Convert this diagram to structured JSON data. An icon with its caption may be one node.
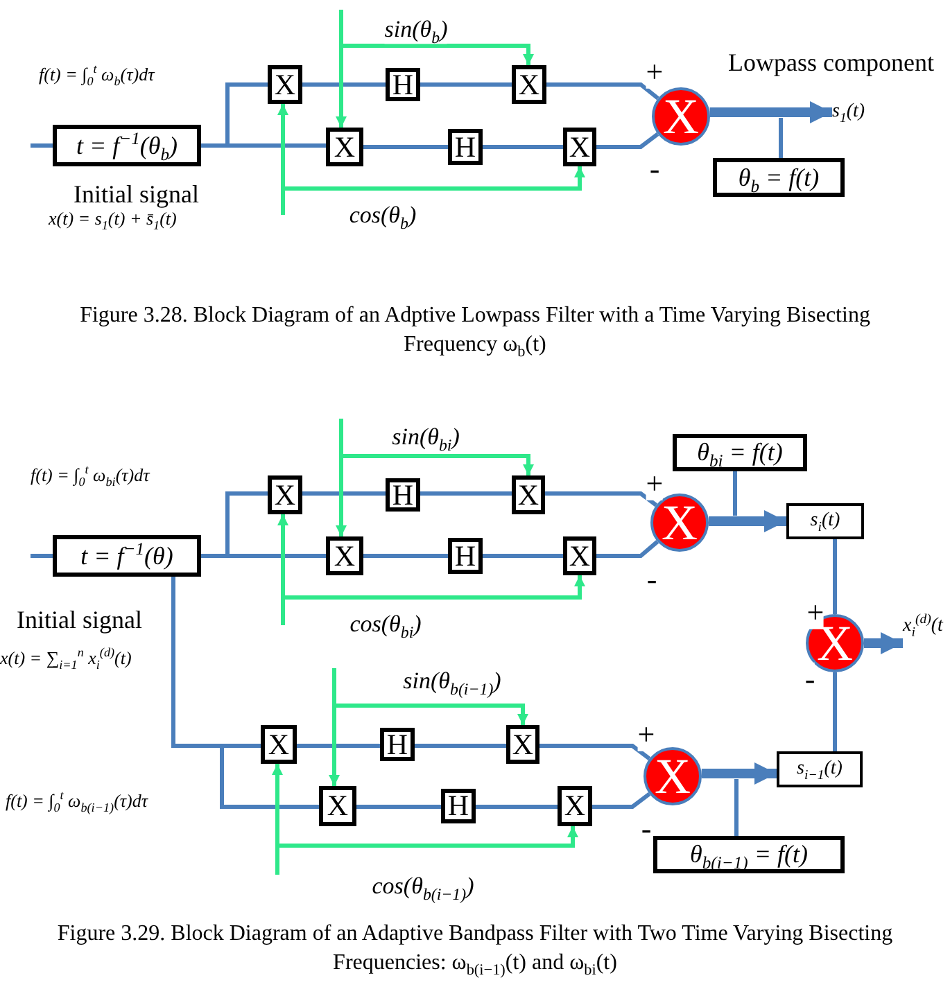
{
  "diagram": {
    "nodes": [
      {
        "text": [
          "t = f$^{−1}$(θ$_{b}$)"
        ],
        "beside": [
          "Initial signal",
          "x(t) = s$_{1}$(t) + s̄$_{1}$(t)"
        ]
      },
      {
        "text": [
          "X"
        ]
      },
      {
        "text": [
          "H"
        ]
      },
      {
        "text": [
          "X"
        ]
      },
      {
        "text": [
          "X"
        ]
      },
      {
        "text": [
          "H"
        ]
      },
      {
        "text": [
          "X"
        ]
      },
      {
        "text": [
          "X"
        ]
      },
      {
        "text": [
          "θ$_{b}$ = f(t)"
        ]
      },
      {
        "text": [
          "s$_{1}$(t)"
        ]
      },
      {
        "text": [
          "t = f$^{−1}$(θ)"
        ]
      },
      {
        "text": [
          "X"
        ]
      },
      {
        "text": [
          "H"
        ]
      },
      {
        "text": [
          "X"
        ]
      },
      {
        "text": [
          "X"
        ]
      },
      {
        "text": [
          "H"
        ]
      },
      {
        "text": [
          "X"
        ]
      },
      {
        "text": [
          "X"
        ]
      },
      {
        "text": [
          "θ$_{bi}$ = f(t)"
        ]
      },
      {
        "text": [
          "s$_{i}$(t)"
        ]
      },
      {
        "text": [
          "X"
        ]
      },
      {
        "text": [
          "x$_{i}$$^{(d)}$(t"
        ]
      },
      {
        "text": [
          "X"
        ]
      },
      {
        "text": [
          "H"
        ]
      },
      {
        "text": [
          "X"
        ]
      },
      {
        "text": [
          "X"
        ]
      },
      {
        "text": [
          "H"
        ]
      },
      {
        "text": [
          "X"
        ]
      },
      {
        "text": [
          "X"
        ]
      },
      {
        "text": [
          "s$_{i−1}$(t)"
        ]
      },
      {
        "text": [
          "θ$_{b(i−1)}$ = f(t)"
        ]
      }
    ],
    "edges": [
      {
        "from": null,
        "to": 0,
        "arrow": "none"
      },
      {
        "from": 0,
        "to": 1,
        "arrow": "none"
      },
      {
        "from": 0,
        "to": 4,
        "arrow": "none"
      },
      {
        "from": 1,
        "to": 2,
        "arrow": "none"
      },
      {
        "from": 2,
        "to": 3,
        "arrow": "none"
      },
      {
        "from": 3,
        "to": 7,
        "arrow": "none",
        "label": "+"
      },
      {
        "from": 4,
        "to": 5,
        "arrow": "none"
      },
      {
        "from": 5,
        "to": 6,
        "arrow": "none"
      },
      {
        "from": 6,
        "to": 7,
        "arrow": "none",
        "label": "-"
      },
      {
        "from": null,
        "to": 4,
        "arrow": "to",
        "color": "#2ee88a"
      },
      {
        "from": null,
        "to": 3,
        "arrow": "to",
        "color": "#2ee88a",
        "label": "sin(θ$_{b}$)"
      },
      {
        "from": null,
        "to": 1,
        "arrow": "to",
        "color": "#2ee88a"
      },
      {
        "from": null,
        "to": 6,
        "arrow": "to",
        "color": "#2ee88a",
        "label": "cos(θ$_{b}$)"
      },
      {
        "from": 7,
        "to": 9,
        "arrow": "to",
        "style": "thick"
      },
      {
        "from": 8,
        "to": null,
        "arrow": "none"
      },
      {
        "from": null,
        "to": 10,
        "arrow": "none"
      },
      {
        "from": 10,
        "to": 11,
        "arrow": "none"
      },
      {
        "from": 10,
        "to": 14,
        "arrow": "none"
      },
      {
        "from": 11,
        "to": 12,
        "arrow": "none"
      },
      {
        "from": 12,
        "to": 13,
        "arrow": "none"
      },
      {
        "from": 13,
        "to": 17,
        "arrow": "none",
        "label": "+"
      },
      {
        "from": 14,
        "to": 15,
        "arrow": "none"
      },
      {
        "from": 15,
        "to": 16,
        "arrow": "none"
      },
      {
        "from": 16,
        "to": 17,
        "arrow": "none",
        "label": "-"
      },
      {
        "from": null,
        "to": 14,
        "arrow": "to",
        "color": "#2ee88a"
      },
      {
        "from": null,
        "to": 13,
        "arrow": "to",
        "color": "#2ee88a",
        "label": "sin(θ$_{bi}$)"
      },
      {
        "from": null,
        "to": 11,
        "arrow": "to",
        "color": "#2ee88a"
      },
      {
        "from": null,
        "to": 16,
        "arrow": "to",
        "color": "#2ee88a",
        "label": "cos(θ$_{bi}$)"
      },
      {
        "from": 17,
        "to": 19,
        "arrow": "to",
        "style": "thick"
      },
      {
        "from": 18,
        "to": null,
        "arrow": "none"
      },
      {
        "from": 19,
        "to": 20,
        "arrow": "none",
        "label": "+"
      },
      {
        "from": 20,
        "to": 21,
        "arrow": "to",
        "style": "thick"
      },
      {
        "from": 10,
        "to": 22,
        "arrow": "none"
      },
      {
        "from": 10,
        "to": 25,
        "arrow": "none"
      },
      {
        "from": 22,
        "to": 23,
        "arrow": "none"
      },
      {
        "from": 23,
        "to": 24,
        "arrow": "none"
      },
      {
        "from": 24,
        "to": 28,
        "arrow": "none",
        "label": "+"
      },
      {
        "from": 25,
        "to": 26,
        "arrow": "none"
      },
      {
        "from": 26,
        "to": 27,
        "arrow": "none"
      },
      {
        "from": 27,
        "to": 28,
        "arrow": "none",
        "label": "-"
      },
      {
        "from": null,
        "to": 25,
        "arrow": "to",
        "color": "#2ee88a"
      },
      {
        "from": null,
        "to": 24,
        "arrow": "to",
        "color": "#2ee88a",
        "label": "sin(θ$_{b(i−1)}$)"
      },
      {
        "from": null,
        "to": 22,
        "arrow": "to",
        "color": "#2ee88a"
      },
      {
        "from": null,
        "to": 27,
        "arrow": "to",
        "color": "#2ee88a",
        "label": "cos(θ$_{b(i−1)}$)"
      },
      {
        "from": 28,
        "to": 29,
        "arrow": "to",
        "style": "thick"
      },
      {
        "from": 30,
        "to": null,
        "arrow": "none"
      },
      {
        "from": 29,
        "to": 20,
        "arrow": "none",
        "label": "-"
      }
    ],
    "labels": [
      "f(t) = ∫$_{0}$$^{t}$ ω$_{b}$(τ)dτ",
      "Lowpass component",
      "Figure 3.28. Block Diagram of an Adptive Lowpass Filter with a Time Varying Bisecting Frequency ω$_{b}$(t)",
      "f(t) = ∫$_{0}$$^{t}$ ω$_{bi}$(τ)dτ",
      "Initial signal",
      "x(t) = ∑$_{i=1}$$^{n}$ x$_{i}$$^{(d)}$(t)",
      "f(t) = ∫$_{0}$$^{t}$ ω$_{b(i−1)}$(τ)dτ",
      "Figure 3.29. Block Diagram of an Adaptive Bandpass Filter with Two Time Varying Bisecting Frequencies: ω$_{b(i−1)}$(t) and ω$_{bi}$(t)"
    ]
  }
}
